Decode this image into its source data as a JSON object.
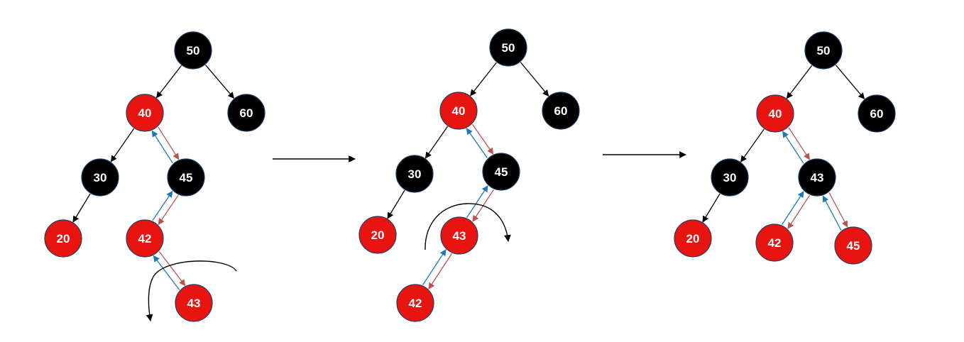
{
  "colors": {
    "red_node": "#e8140f",
    "black_node": "#000000",
    "node_stroke": "#1f3f60",
    "label": "#ffffff",
    "edge": "#000000",
    "edge_down": "#b85450",
    "edge_up": "#1f77b4",
    "arrow": "#000000"
  },
  "panels": [
    {
      "id": "before",
      "nodes": [
        {
          "id": "n50",
          "label": "50",
          "color": "black"
        },
        {
          "id": "n40",
          "label": "40",
          "color": "red"
        },
        {
          "id": "n60",
          "label": "60",
          "color": "black"
        },
        {
          "id": "n30",
          "label": "30",
          "color": "black"
        },
        {
          "id": "n45",
          "label": "45",
          "color": "black"
        },
        {
          "id": "n20",
          "label": "20",
          "color": "red"
        },
        {
          "id": "n42",
          "label": "42",
          "color": "red"
        },
        {
          "id": "n43",
          "label": "43",
          "color": "red"
        }
      ]
    },
    {
      "id": "after-left-rotation",
      "nodes": [
        {
          "id": "n50",
          "label": "50",
          "color": "black"
        },
        {
          "id": "n40",
          "label": "40",
          "color": "red"
        },
        {
          "id": "n60",
          "label": "60",
          "color": "black"
        },
        {
          "id": "n30",
          "label": "30",
          "color": "black"
        },
        {
          "id": "n45",
          "label": "45",
          "color": "black"
        },
        {
          "id": "n20",
          "label": "20",
          "color": "red"
        },
        {
          "id": "n43",
          "label": "43",
          "color": "red"
        },
        {
          "id": "n42",
          "label": "42",
          "color": "red"
        }
      ]
    },
    {
      "id": "after-right-rotation",
      "nodes": [
        {
          "id": "n50",
          "label": "50",
          "color": "black"
        },
        {
          "id": "n40",
          "label": "40",
          "color": "red"
        },
        {
          "id": "n60",
          "label": "60",
          "color": "black"
        },
        {
          "id": "n30",
          "label": "30",
          "color": "black"
        },
        {
          "id": "n43",
          "label": "43",
          "color": "black"
        },
        {
          "id": "n20",
          "label": "20",
          "color": "red"
        },
        {
          "id": "n42",
          "label": "42",
          "color": "red"
        },
        {
          "id": "n45",
          "label": "45",
          "color": "red"
        }
      ]
    }
  ]
}
